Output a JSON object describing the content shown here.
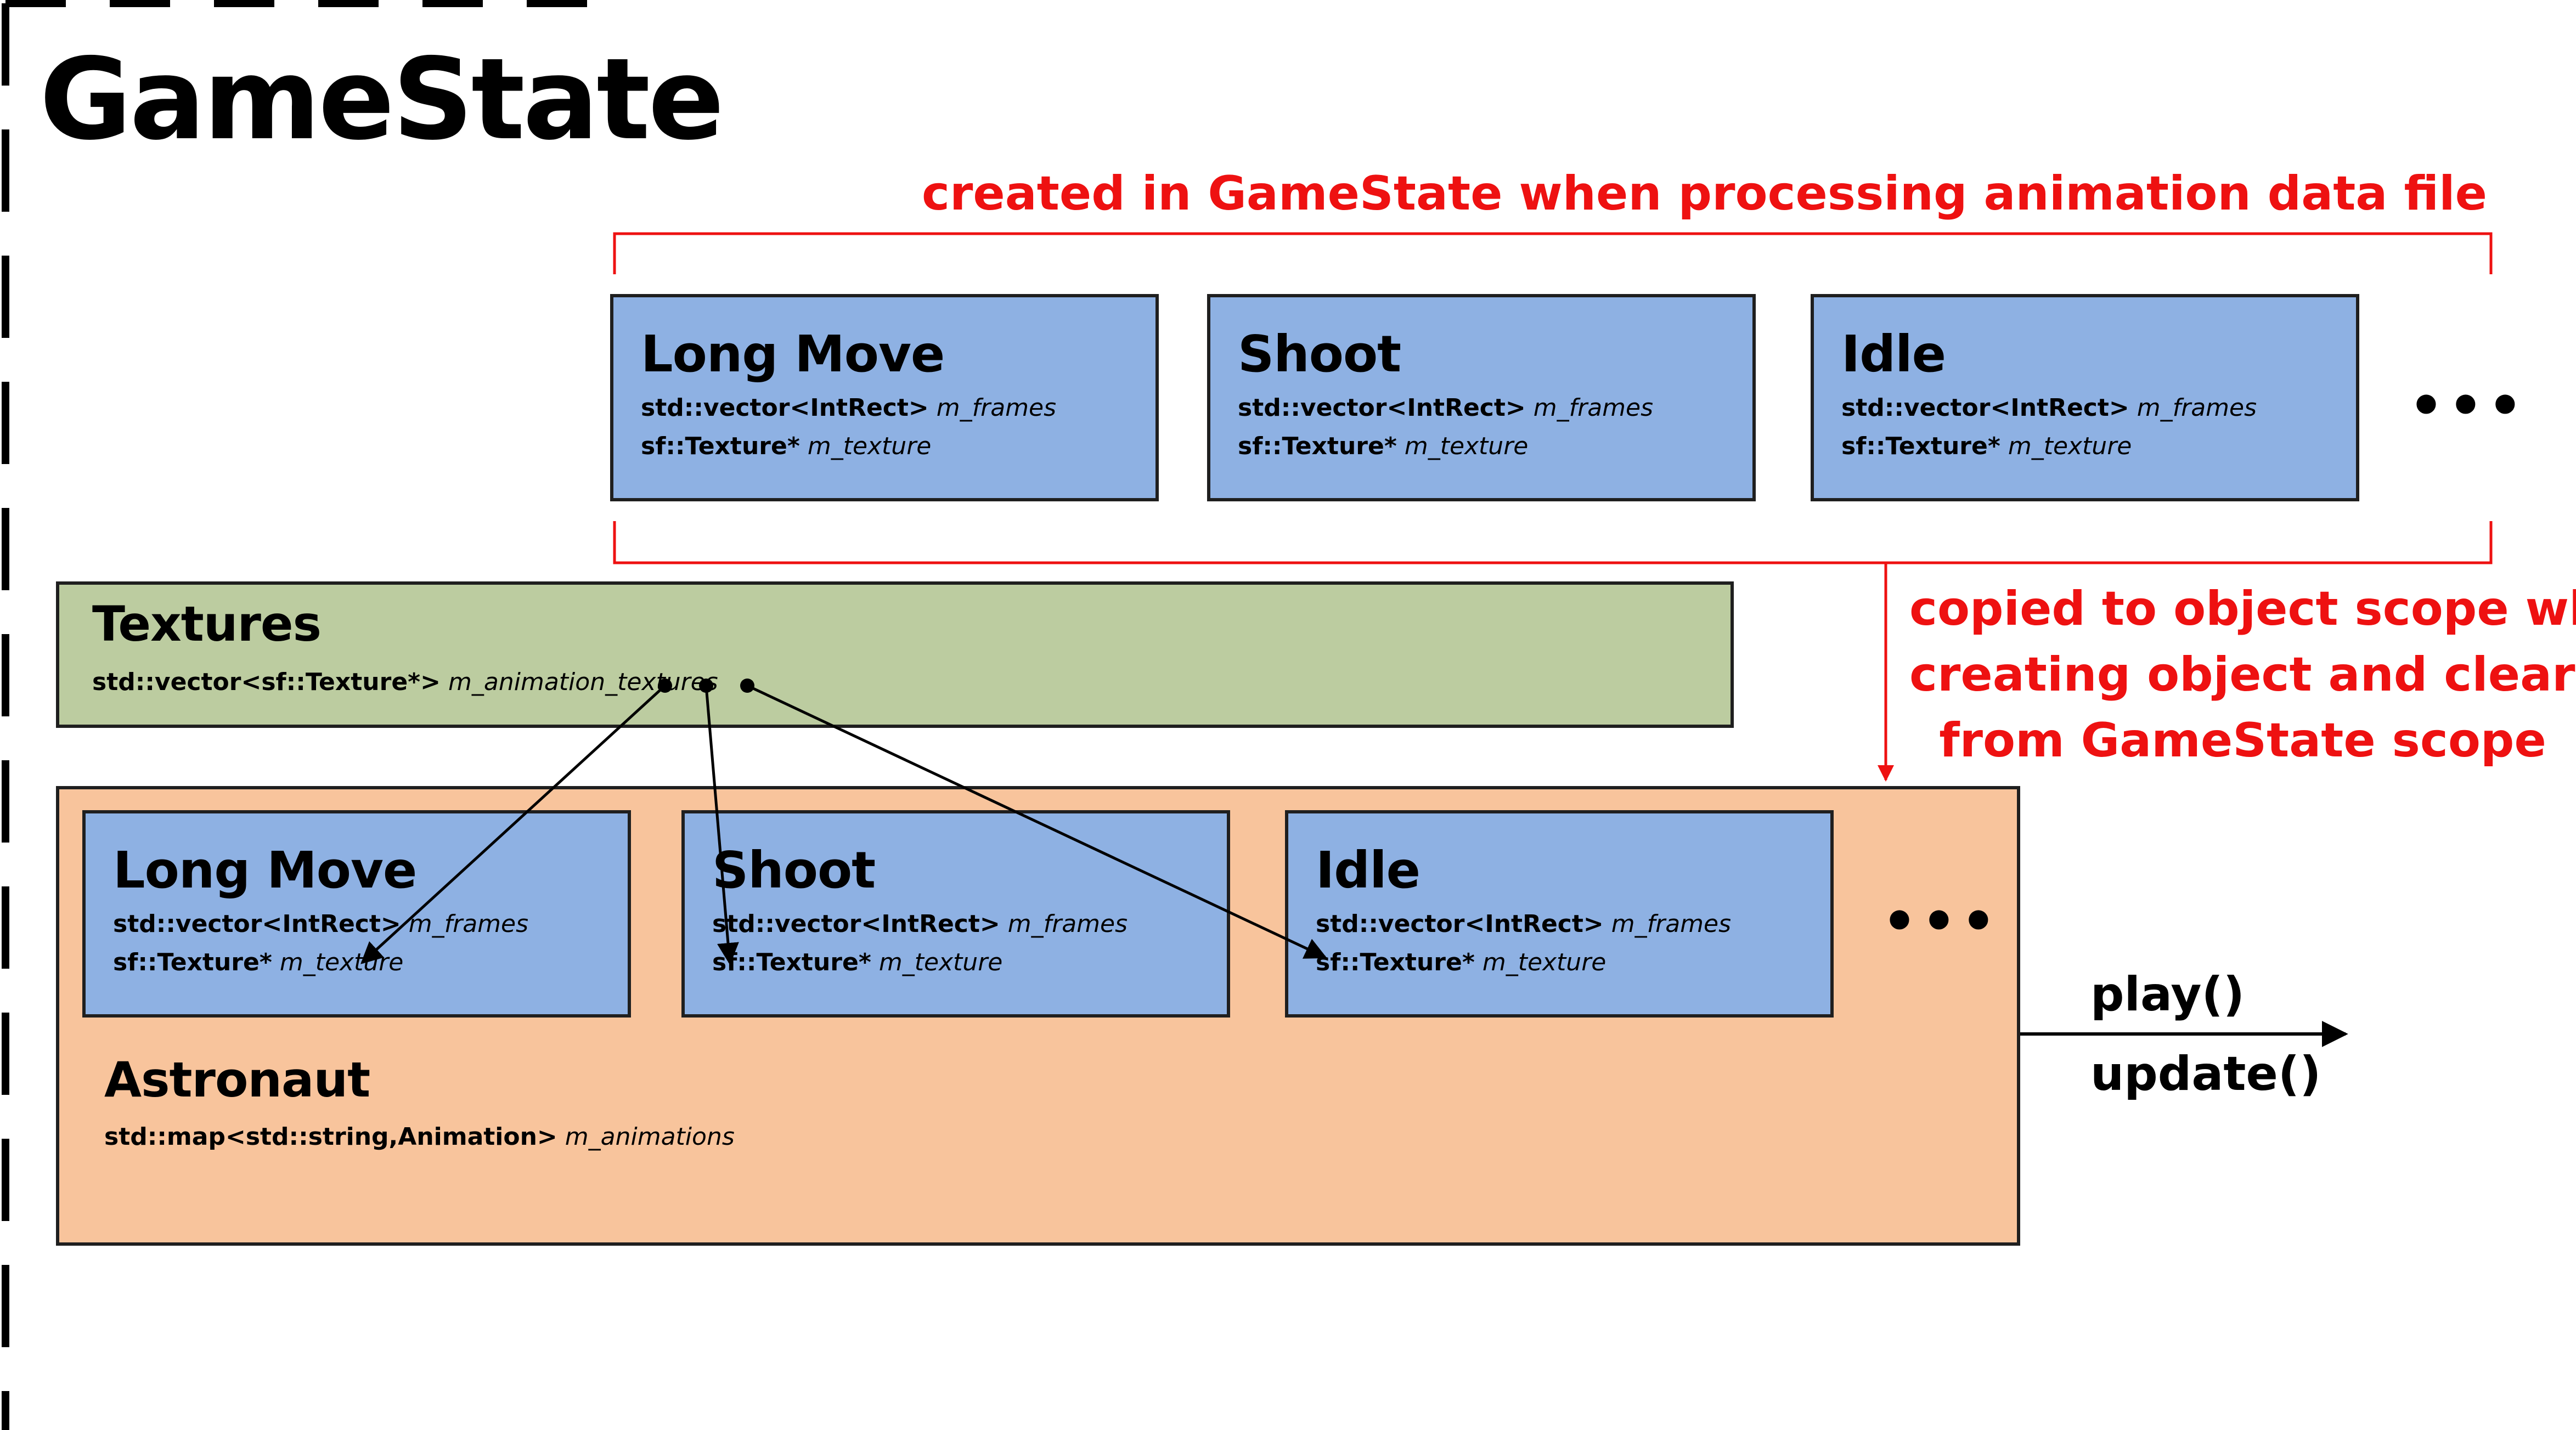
{
  "title": "GameState",
  "created_note": "created in GameState when processing animation data file",
  "copied_note": {
    "line1": "copied to object scope when",
    "line2": "creating object and cleared",
    "line3": "from GameState scope"
  },
  "top_animations": [
    {
      "name": "Long Move",
      "frames_type": "std::vector<IntRect>",
      "frames_var": "m_frames",
      "texture_type": "sf::Texture*",
      "texture_var": "m_texture"
    },
    {
      "name": "Shoot",
      "frames_type": "std::vector<IntRect>",
      "frames_var": "m_frames",
      "texture_type": "sf::Texture*",
      "texture_var": "m_texture"
    },
    {
      "name": "Idle",
      "frames_type": "std::vector<IntRect>",
      "frames_var": "m_frames",
      "texture_type": "sf::Texture*",
      "texture_var": "m_texture"
    }
  ],
  "ellipsis": "•••",
  "textures": {
    "name": "Textures",
    "field_type": "std::vector<sf::Texture*>",
    "field_var": "m_animation_textures"
  },
  "astronaut": {
    "name": "Astronaut",
    "field_type": "std::map<std::string,Animation>",
    "field_var": "m_animations",
    "animations": [
      {
        "name": "Long Move",
        "frames_type": "std::vector<IntRect>",
        "frames_var": "m_frames",
        "texture_type": "sf::Texture*",
        "texture_var": "m_texture"
      },
      {
        "name": "Shoot",
        "frames_type": "std::vector<IntRect>",
        "frames_var": "m_frames",
        "texture_type": "sf::Texture*",
        "texture_var": "m_texture"
      },
      {
        "name": "Idle",
        "frames_type": "std::vector<IntRect>",
        "frames_var": "m_frames",
        "texture_type": "sf::Texture*",
        "texture_var": "m_texture"
      }
    ]
  },
  "methods": {
    "play": "play()",
    "update": "update()"
  },
  "colors": {
    "red": "#ee1111",
    "animation_box": "#8eb1e3",
    "textures_box": "#bccca0",
    "astronaut_box": "#f8c49c"
  }
}
